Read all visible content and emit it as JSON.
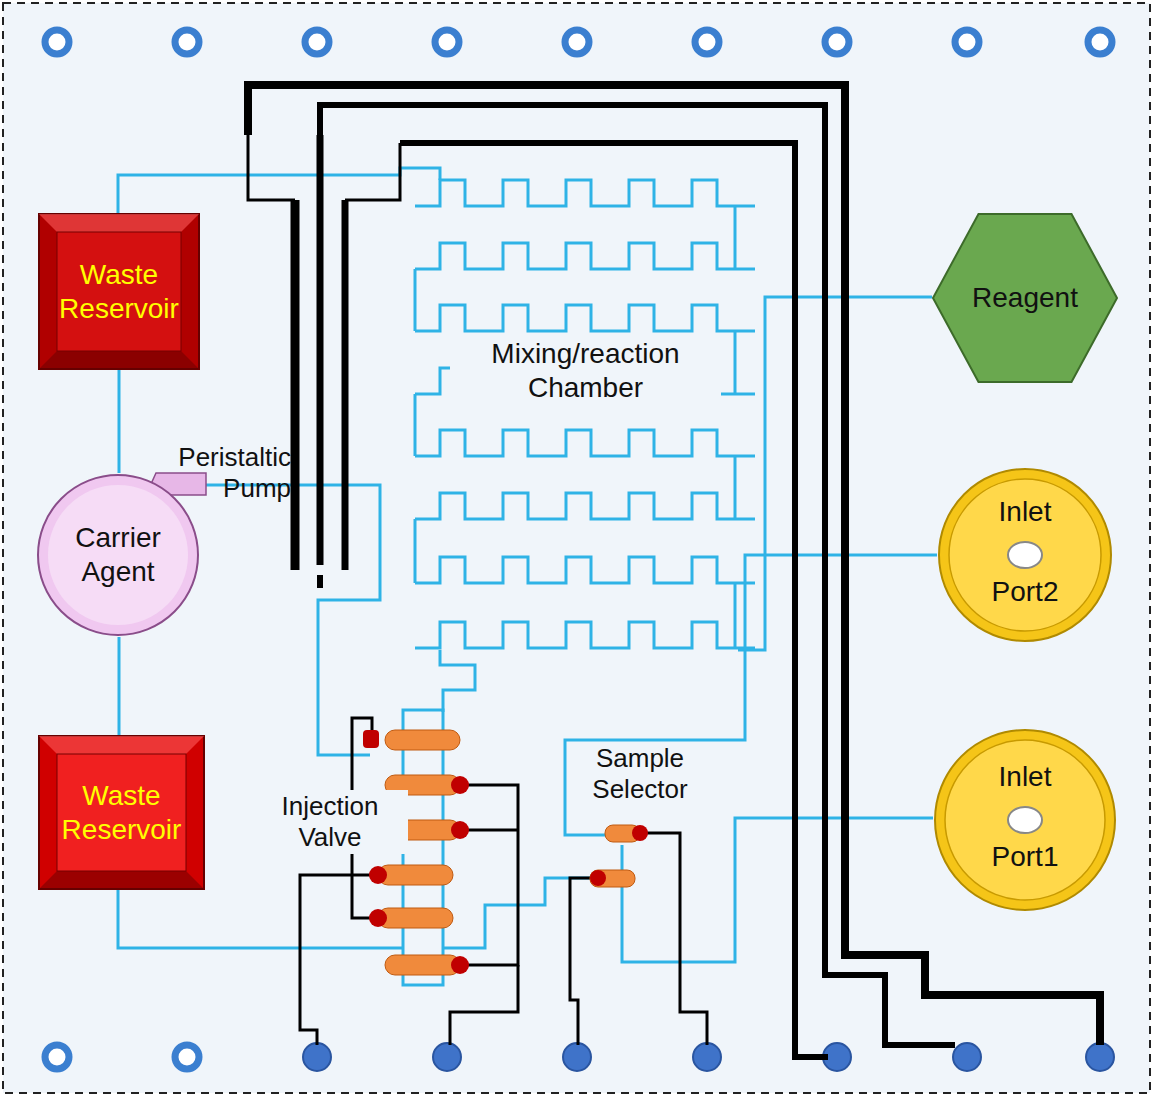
{
  "diagram": {
    "nodes": [
      {
        "text": [
          "Waste Reservoir"
        ]
      },
      {
        "text": [
          "Reagent"
        ]
      },
      {
        "text": [
          "Peristaltic Pump",
          "Carrier Agent"
        ]
      },
      {
        "text": [
          "Inlet",
          "Port2"
        ]
      },
      {
        "text": [
          "Waste Reservoir"
        ]
      },
      {
        "text": [
          "Inlet",
          "Port1"
        ]
      }
    ],
    "edges": [
      {
        "from": 0,
        "to": 2,
        "arrow": "none"
      },
      {
        "from": 2,
        "to": 4,
        "arrow": "none"
      }
    ],
    "labels": [
      "Mixing/reaction Chamber",
      "Injection Valve",
      "Sample Selector"
    ]
  }
}
